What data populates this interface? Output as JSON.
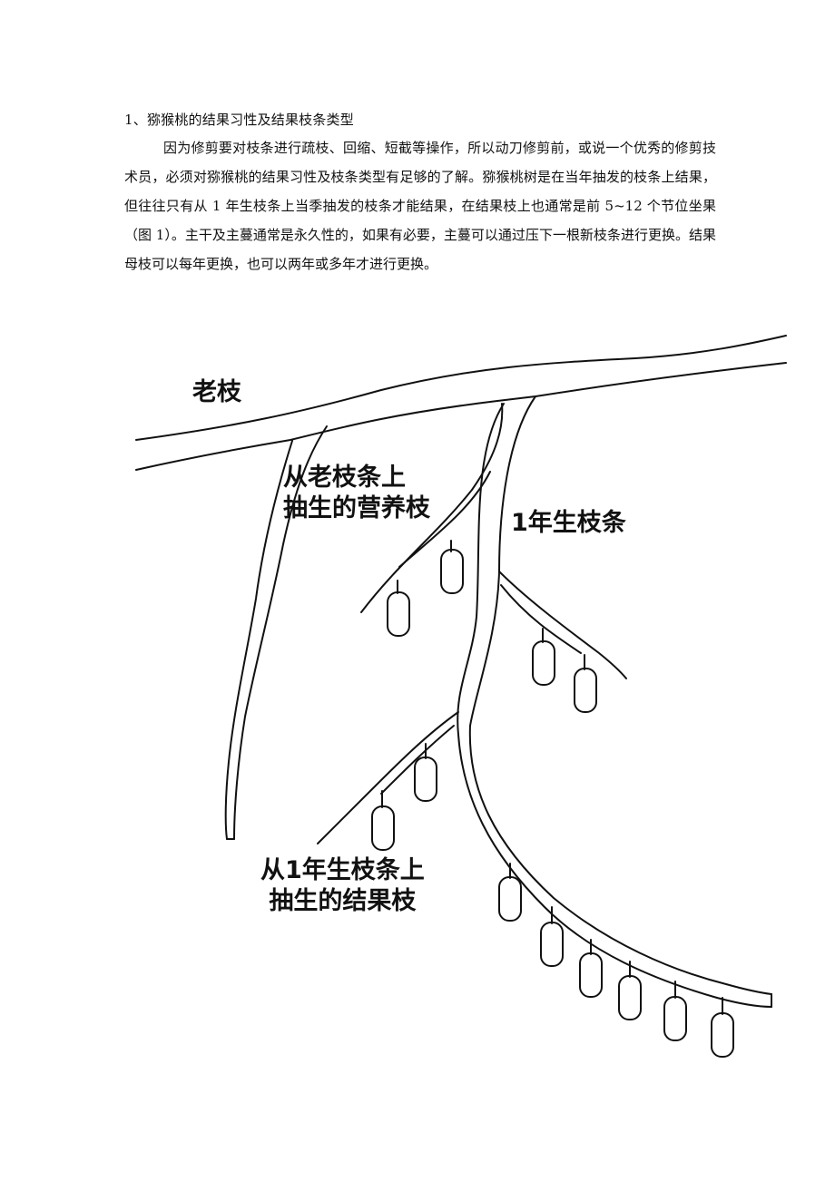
{
  "heading": "1、猕猴桃的结果习性及结果枝条类型",
  "paragraph": "因为修剪要对枝条进行疏枝、回缩、短截等操作，所以动刀修剪前，或说一个优秀的修剪技术员，必须对猕猴桃的结果习性及枝条类型有足够的了解。猕猴桃树是在当年抽发的枝条上结果，但往往只有从 1 年生枝条上当季抽发的枝条才能结果，在结果枝上也通常是前 5~12 个节位坐果（图 1）。主干及主蔓通常是永久性的，如果有必要，主蔓可以通过压下一根新枝条进行更换。结果母枝可以每年更换，也可以两年或多年才进行更换。",
  "figure": {
    "label_old_branch": "老枝",
    "label_vegetative_line1": "从老枝条上",
    "label_vegetative_line2": "抽生的营养枝",
    "label_one_year": "1年生枝条",
    "label_fruiting_line1": "从1年生枝条上",
    "label_fruiting_line2": "抽生的结果枝"
  }
}
